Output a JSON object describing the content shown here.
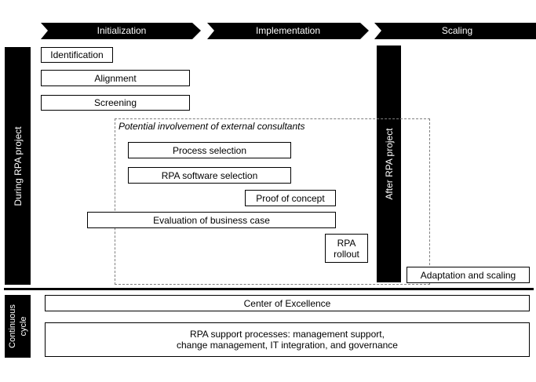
{
  "phases": [
    "Initialization",
    "Implementation",
    "Scaling"
  ],
  "side_labels": {
    "during": "During RPA project",
    "after": "After RPA project",
    "continuous": "Continuous cycle"
  },
  "steps": {
    "identification": "Identification",
    "alignment": "Alignment",
    "screening": "Screening",
    "external_title": "Potential involvement of external consultants",
    "process_selection": "Process selection",
    "software_selection": "RPA software selection",
    "proof_of_concept": "Proof of concept",
    "business_case": "Evaluation of business case",
    "rollout_line1": "RPA",
    "rollout_line2": "rollout",
    "adaptation": "Adaptation and scaling"
  },
  "continuous": {
    "coe": "Center of Excellence",
    "support_line1": "RPA support processes: management support,",
    "support_line2": "change management, IT integration, and governance"
  }
}
